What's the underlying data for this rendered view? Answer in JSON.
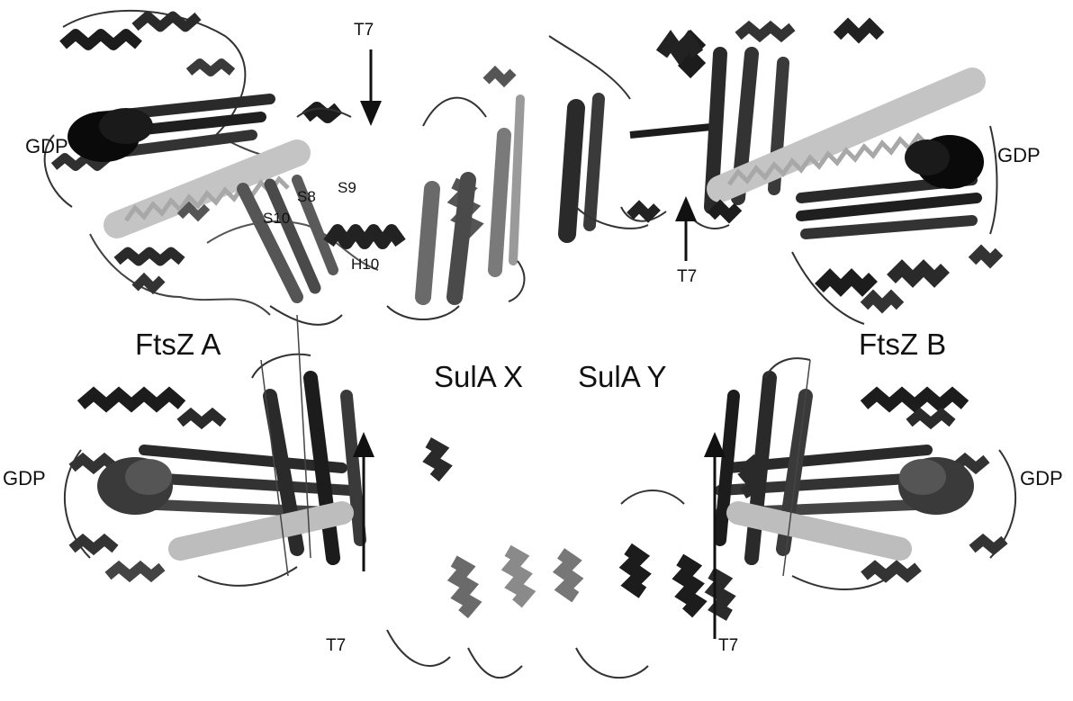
{
  "labels": {
    "gdp_top_left": "GDP",
    "gdp_top_right": "GDP",
    "gdp_bottom_left": "GDP",
    "gdp_bottom_right": "GDP",
    "t7_top_left": "T7",
    "t7_top_right": "T7",
    "t7_bottom_left_arrow": "T7",
    "t7_bottom_left_text": "T7",
    "t7_bottom_right": "T7",
    "ftsz_a": "FtsZ A",
    "ftsz_b": "FtsZ B",
    "sula_x": "SulA X",
    "sula_y": "SulA Y",
    "s8": "S8",
    "s9": "S9",
    "s10": "S10",
    "h10": "H10"
  },
  "colors": {
    "dark": "#1c1c1c",
    "mid": "#4a4a4a",
    "light": "#8c8c8c",
    "pale": "#c4c4c4"
  }
}
